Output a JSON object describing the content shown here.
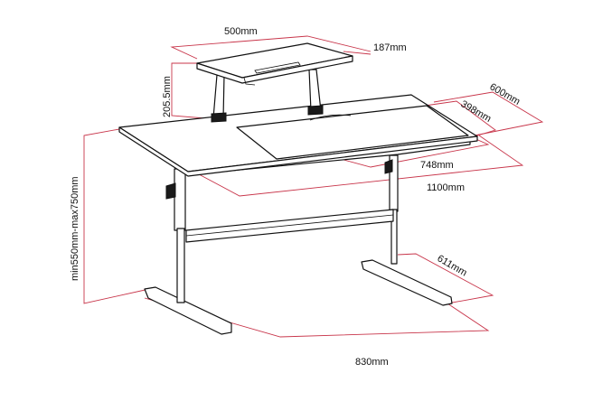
{
  "dimensions": {
    "shelf_width": "500mm",
    "shelf_depth": "187mm",
    "shelf_height": "205.5mm",
    "desk_depth": "600mm",
    "mat_depth": "398mm",
    "mat_width": "748mm",
    "desk_width": "1100mm",
    "height_range": "min550mm-max750mm",
    "foot_depth": "611mm",
    "foot_span": "830mm"
  },
  "colors": {
    "dimension_line": "#c8354a",
    "outline": "#111111"
  }
}
